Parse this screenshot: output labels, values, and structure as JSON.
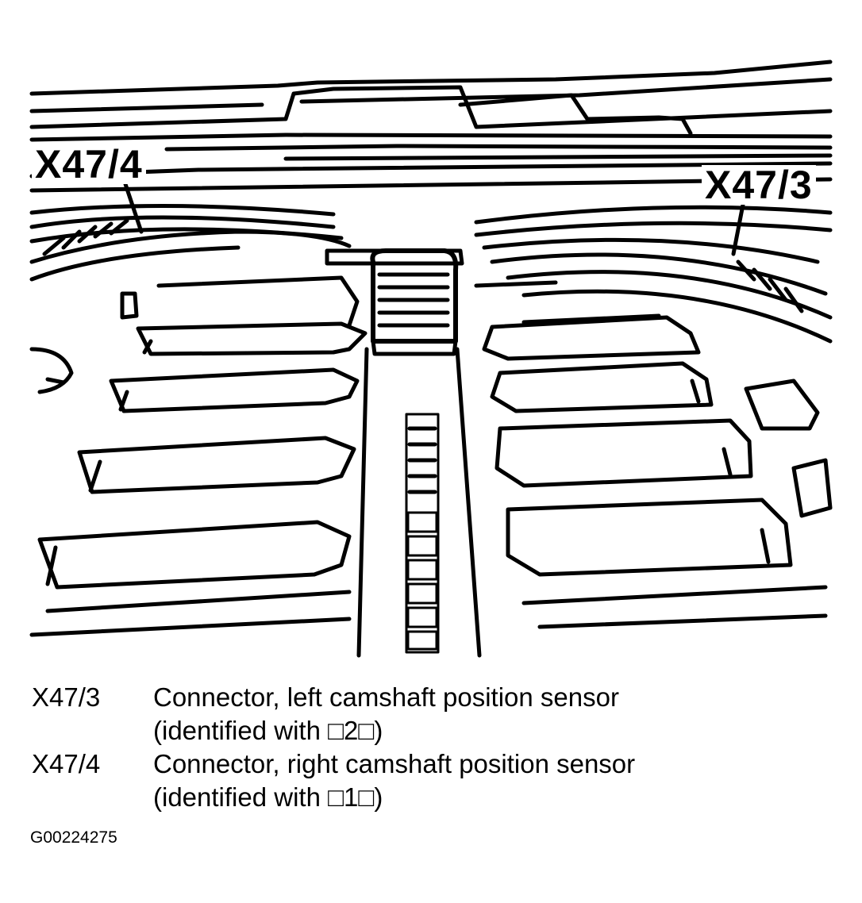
{
  "callouts": {
    "left": "X47/4",
    "right": "X47/3"
  },
  "legend": [
    {
      "code": "X47/3",
      "line1": "Connector, left camshaft position sensor",
      "line2": "(identified with □2□)"
    },
    {
      "code": "X47/4",
      "line1": "Connector, right camshaft position sensor",
      "line2": "(identified with □1□)"
    }
  ],
  "figure_id": "G00224275",
  "colors": {
    "ink": "#000000",
    "paper": "#ffffff"
  }
}
